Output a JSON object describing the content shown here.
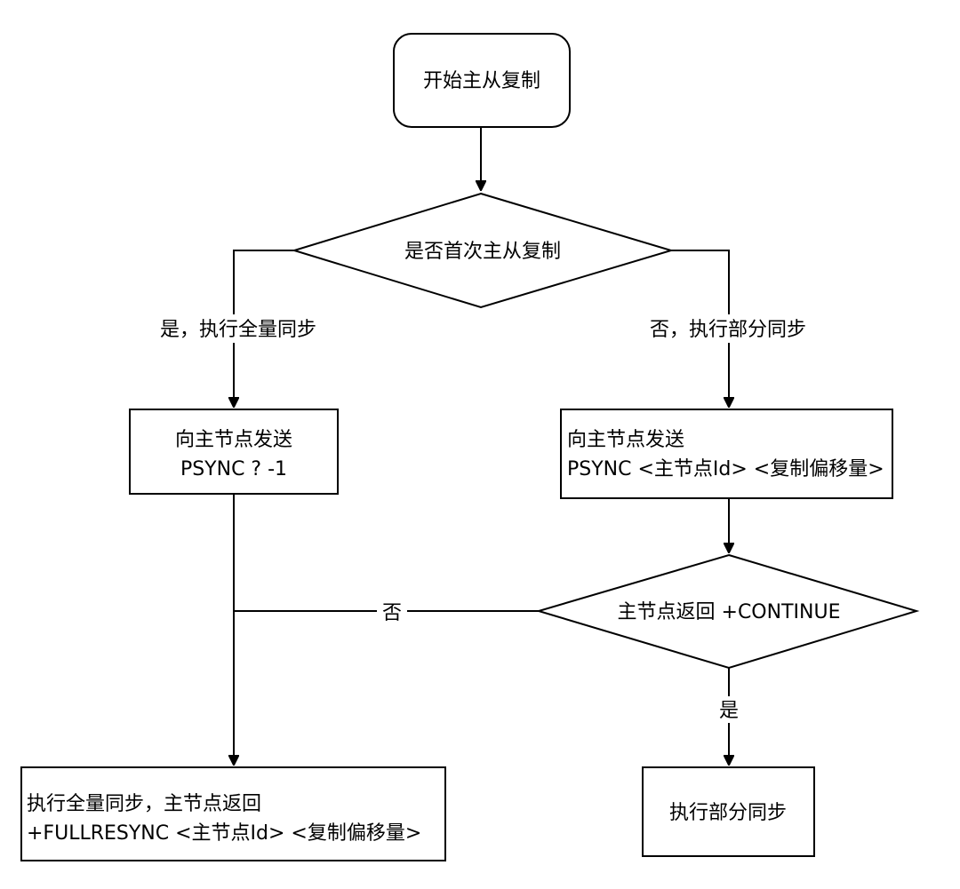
{
  "nodes": {
    "start": {
      "label": "开始主从复制"
    },
    "decision_first": {
      "label": "是否首次主从复制"
    },
    "send_full": {
      "lines": [
        "向主节点发送",
        "PSYNC ? -1"
      ]
    },
    "send_partial": {
      "lines": [
        "向主节点发送",
        "PSYNC <主节点Id> <复制偏移量>"
      ]
    },
    "decision_continue": {
      "label": "主节点返回 +CONTINUE"
    },
    "full_sync": {
      "lines": [
        "执行全量同步，主节点返回",
        "+FULLRESYNC <主节点Id> <复制偏移量>"
      ]
    },
    "partial_sync": {
      "label": "执行部分同步"
    }
  },
  "edges": {
    "yes_full": {
      "label": "是，执行全量同步"
    },
    "no_partial": {
      "label": "否，执行部分同步"
    },
    "no_continue": {
      "label": "否"
    },
    "yes_continue": {
      "label": "是"
    }
  }
}
